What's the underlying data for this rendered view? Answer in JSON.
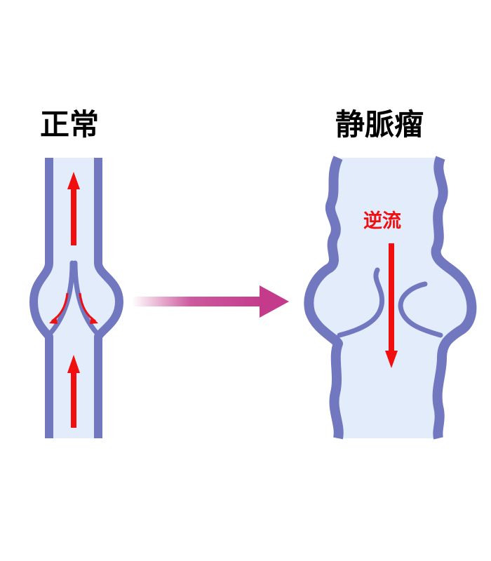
{
  "labels": {
    "normal": "正常",
    "varicose_vein": "静脈瘤",
    "reflux": "逆流"
  },
  "colors": {
    "vein_wall": "#7278c0",
    "vein_wall_edge": "#4d52a3",
    "blood_lumen": "#e3ecfb",
    "flow_arrow": "#f00e0e",
    "transition_arrow": "#c43b8c",
    "text": "#000000",
    "reflux_text": "#f00e0e"
  },
  "icons": {
    "upward_flow": "arrow-up",
    "reflux_flow": "arrow-down",
    "valve_flow": "curved-arrow",
    "transition": "arrow-right"
  }
}
